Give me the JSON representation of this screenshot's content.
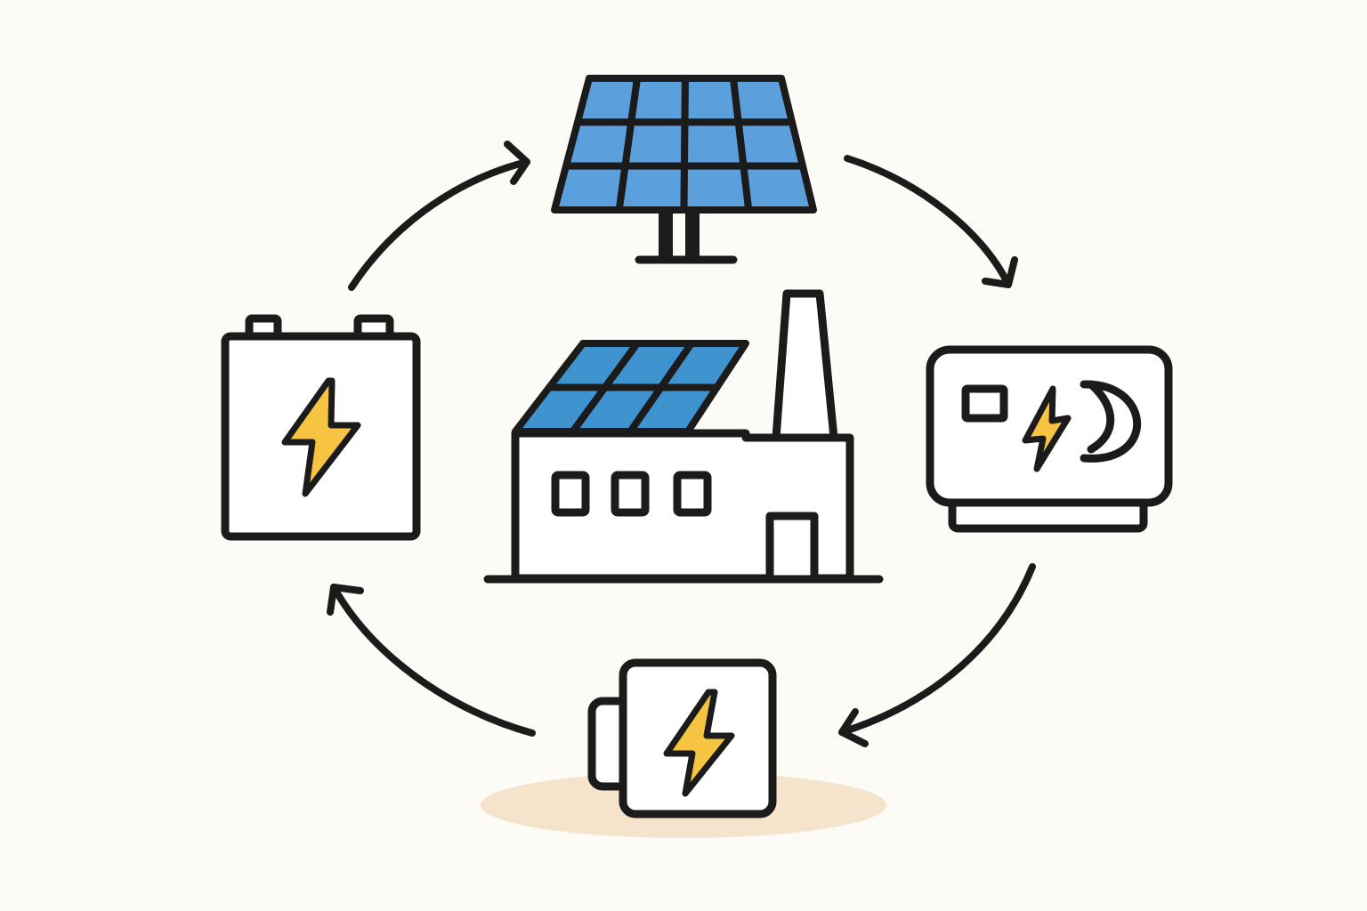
{
  "colors": {
    "background": "#fdfbf6",
    "outline": "#1b1b1b",
    "panel_blue": "#5b9fdc",
    "roof_panel_blue": "#3f94cf",
    "bolt_yellow": "#f7c441",
    "shadow": "#f6e3cb",
    "fill_white": "#ffffff"
  },
  "nodes": [
    {
      "id": "solar-panel",
      "icon": "solar-panel-icon"
    },
    {
      "id": "inverter",
      "icon": "inverter-icon"
    },
    {
      "id": "battery-module",
      "icon": "battery-module-icon"
    },
    {
      "id": "battery",
      "icon": "battery-icon"
    },
    {
      "id": "factory",
      "icon": "factory-solar-roof-icon"
    }
  ],
  "flow": [
    {
      "from": "solar-panel",
      "to": "inverter"
    },
    {
      "from": "inverter",
      "to": "battery-module"
    },
    {
      "from": "battery-module",
      "to": "battery"
    },
    {
      "from": "battery",
      "to": "solar-panel"
    }
  ]
}
